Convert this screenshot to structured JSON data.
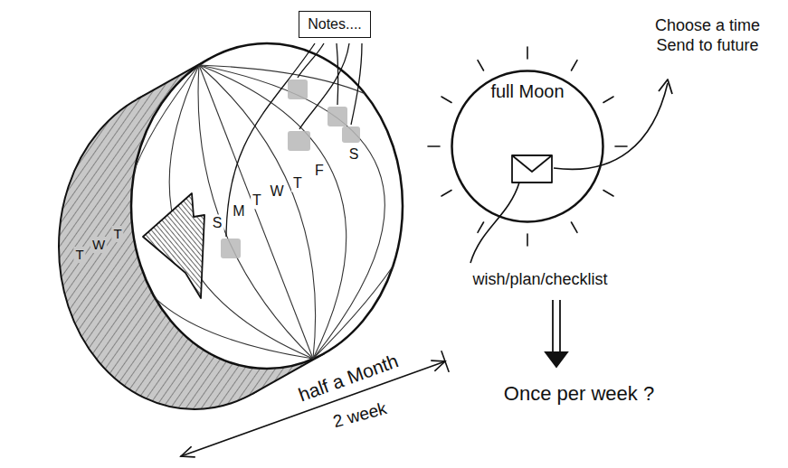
{
  "diagram": {
    "nodes": [
      {
        "text": [
          "Notes...."
        ]
      },
      {
        "text": [
          "full Moon"
        ]
      }
    ],
    "labels": [
      "S",
      "M",
      "T",
      "W",
      "T",
      "F",
      "S",
      "T",
      "W",
      "T",
      "Choose a time Send to future",
      "wish/plan/checklist",
      "Once per week ?",
      "half a Month",
      "2 week"
    ]
  }
}
